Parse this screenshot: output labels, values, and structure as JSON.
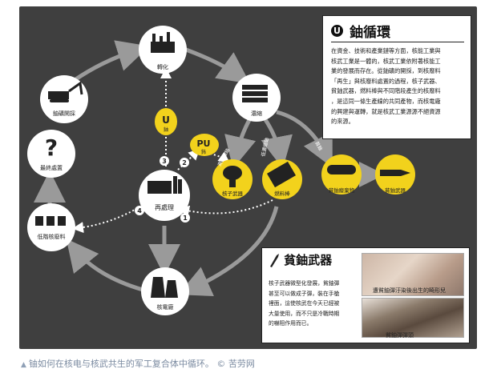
{
  "caption": "铀如何在核电与核武共生的军工复合体中循环。 © 苦劳网",
  "info_box": {
    "badge": "U",
    "title": "鈾循環",
    "lines": [
      "在資金、技術和產業鏈等方面，核能工業與",
      "核武工業是一體的，核武工業依附著核能工",
      "業的發展而存在。從鈾礦的開採，到核廢料",
      "「再生」與核廢料處置的過程，核子武器、",
      "貧鈾武器，燃料棒與不同階段產生的核廢料",
      "，是這同一條生產線的共同產物，而核電廠",
      "的興建與運轉，就是核武工業源源不絕資源",
      "的來源。"
    ]
  },
  "du_box": {
    "title": "貧鈾武器",
    "lines": [
      "核子武器微型化發展，貧鈾彈",
      "甚至可以做成子彈，裝在手槍",
      "裡面，這使核武在今天已經被",
      "大量使用，而不只是冷戰時期",
      "的嚇阻作用而已。"
    ],
    "photo1_caption": "遭貧鈾彈汙染後出生的畸形兒",
    "photo2_caption": "貧鈾彈彈頭"
  },
  "nodes": {
    "conversion": "轉化",
    "enrichment": "濃縮",
    "mining": "鈾礦開採",
    "final_disposal": "最終處置",
    "low_level_waste": "低階核廢料",
    "reprocessing": "再處理",
    "nuclear_plant": "核電廠",
    "nuclear_weapon": "核子武器",
    "fuel_rod": "燃料棒",
    "du_waste": "貧鈾廢棄物",
    "du_weapon": "貧鈾武器",
    "u_badge_letter": "U",
    "u_badge_label": "鈾",
    "pu_badge_letter": "PU",
    "pu_badge_label": "鈽"
  },
  "arrow_labels": {
    "high_enriched": "高濃縮鈾",
    "low_enriched": "低濃縮鈾",
    "depleted": "貧鈾"
  },
  "step_numbers": [
    "1",
    "2",
    "3",
    "4"
  ],
  "question_mark": "?",
  "colors": {
    "panel": "#3f3f3f",
    "yellow": "#f2d21c",
    "arrow_gray": "#8a8a8a",
    "white": "#ffffff"
  }
}
